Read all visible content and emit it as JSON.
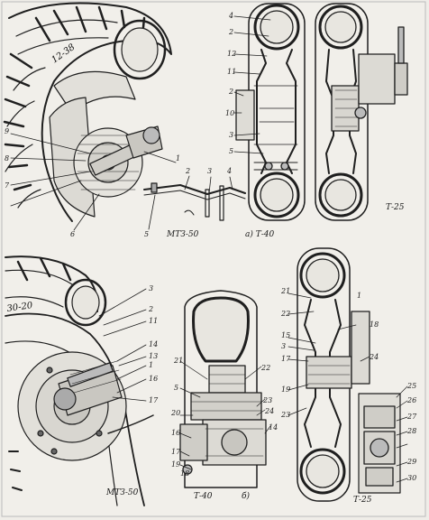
{
  "captions": {
    "mtz_top": "МТЗ-50",
    "t40_top": "а) Т-40",
    "t25_top": "Т-25",
    "mtz_bottom": "МТЗ-50",
    "t40_bottom": "Т-40",
    "b_label": "б)",
    "t25_bottom": "Т-25"
  },
  "tire_markings": {
    "top": "12-38",
    "bottom": "30-20"
  },
  "labels_top_left": [
    "9",
    "8",
    "7",
    "6",
    "1",
    "2",
    "3",
    "4",
    "5"
  ],
  "labels_top_t40": [
    "4",
    "2",
    "12",
    "11",
    "2",
    "10",
    "3",
    "5"
  ],
  "labels_bottom_left": [
    "3",
    "2",
    "11",
    "14",
    "13",
    "1",
    "16",
    "17"
  ],
  "labels_bottom_t40": [
    "21",
    "5",
    "22",
    "20",
    "23",
    "24",
    "14",
    "16",
    "17",
    "19",
    "18"
  ],
  "labels_bottom_t25": [
    "21",
    "22",
    "1",
    "18",
    "15",
    "3",
    "17",
    "19",
    "23",
    "24",
    "25",
    "26",
    "27",
    "28",
    "29",
    "30"
  ]
}
